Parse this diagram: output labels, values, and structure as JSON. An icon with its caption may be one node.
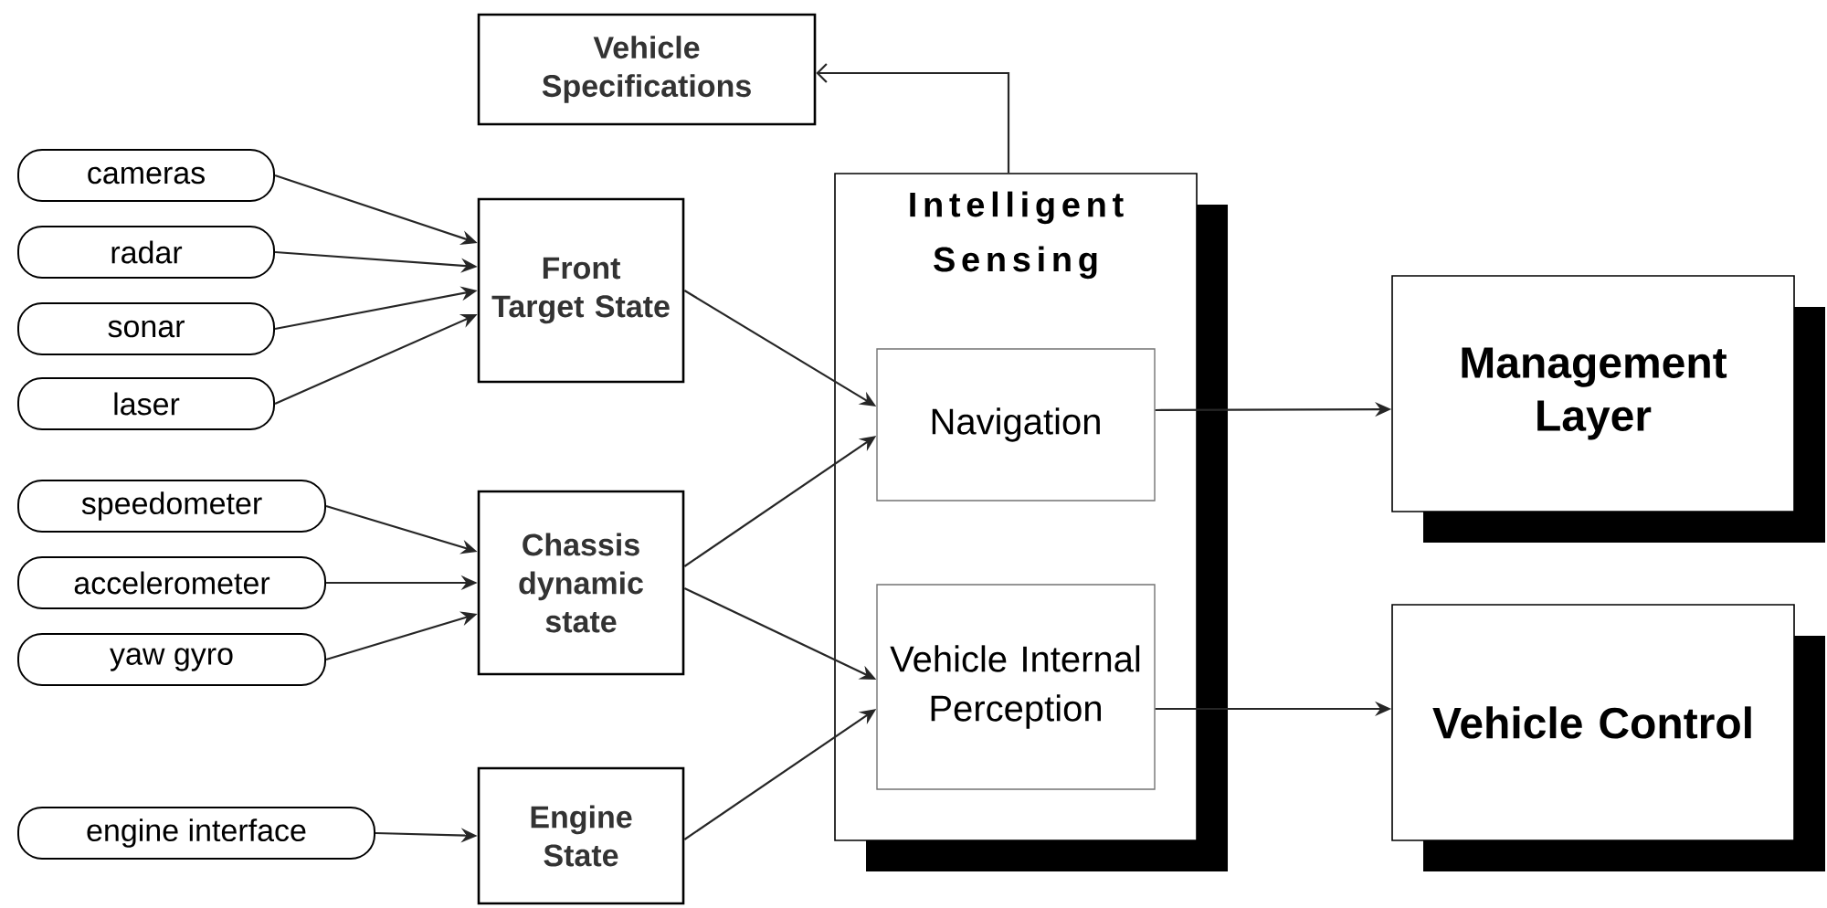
{
  "diagram": {
    "nodes": [
      {
        "text": [
          "Vehicle Specifications"
        ]
      },
      {
        "text": [
          "cameras"
        ]
      },
      {
        "text": [
          "radar"
        ]
      },
      {
        "text": [
          "sonar"
        ]
      },
      {
        "text": [
          "laser"
        ]
      },
      {
        "text": [
          "Front Target State"
        ]
      },
      {
        "text": [
          "Intelligent Sensing"
        ]
      },
      {
        "text": [
          "Navigation"
        ],
        "in": 6
      },
      {
        "text": [
          "Vehicle Internal Perception"
        ],
        "in": 6
      },
      {
        "text": [
          "Management Layer"
        ]
      },
      {
        "text": [
          "Vehicle Control"
        ]
      },
      {
        "text": [
          "speedometer"
        ]
      },
      {
        "text": [
          "accelerometer"
        ]
      },
      {
        "text": [
          "yaw gyro"
        ]
      },
      {
        "text": [
          "Chassis dynamic state"
        ]
      },
      {
        "text": [
          "engine interface"
        ]
      },
      {
        "text": [
          "Engine State"
        ]
      }
    ],
    "edges": [
      {
        "from": 1,
        "to": 5,
        "arrow": "to"
      },
      {
        "from": 2,
        "to": 5,
        "arrow": "to"
      },
      {
        "from": 3,
        "to": 5,
        "arrow": "to"
      },
      {
        "from": 4,
        "to": 5,
        "arrow": "to"
      },
      {
        "from": 5,
        "to": 7,
        "arrow": "to"
      },
      {
        "from": 14,
        "to": 7,
        "arrow": "to"
      },
      {
        "from": 14,
        "to": 8,
        "arrow": "to"
      },
      {
        "from": 16,
        "to": 8,
        "arrow": "to"
      },
      {
        "from": 11,
        "to": 14,
        "arrow": "to"
      },
      {
        "from": 12,
        "to": 14,
        "arrow": "to"
      },
      {
        "from": 13,
        "to": 14,
        "arrow": "to"
      },
      {
        "from": 15,
        "to": 16,
        "arrow": "to"
      },
      {
        "from": 7,
        "to": 9,
        "arrow": "to"
      },
      {
        "from": 8,
        "to": 10,
        "arrow": "to"
      },
      {
        "from": 6,
        "to": 0,
        "arrow": "to"
      }
    ]
  }
}
